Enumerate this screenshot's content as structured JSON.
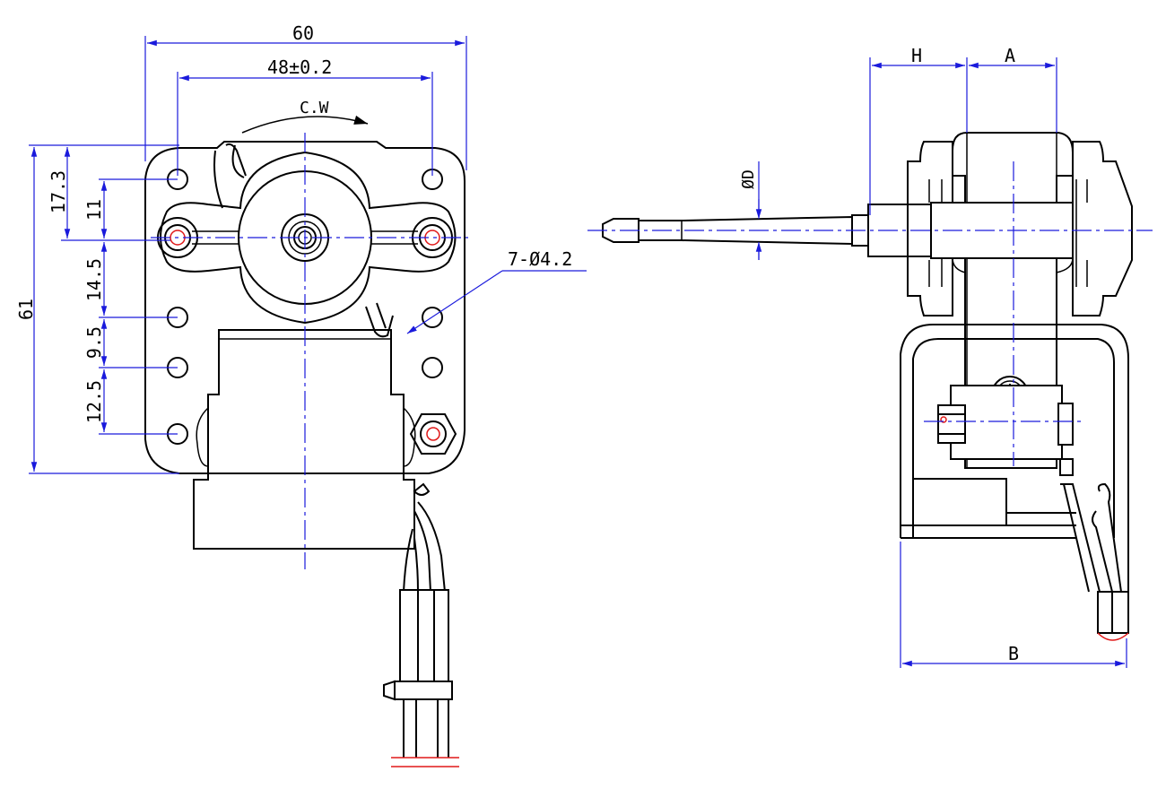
{
  "front_view": {
    "dims": {
      "overall_width": "60",
      "hole_spacing": "48±0.2",
      "rotation": "C.W",
      "d1": "17.3",
      "d2": "11",
      "d3": "14.5",
      "d4": "9.5",
      "d5": "12.5",
      "overall_height": "61",
      "holes": "7-Ø4.2"
    }
  },
  "side_view": {
    "dims": {
      "h": "H",
      "a": "A",
      "shaft_dia": "ØD",
      "b": "B"
    }
  },
  "colors": {
    "outline": "#000000",
    "dimension": "#1a1adc",
    "lead_end": "#e01818"
  }
}
